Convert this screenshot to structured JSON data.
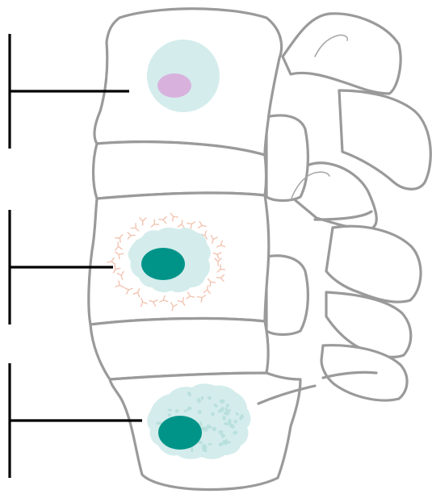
{
  "colors": {
    "bone_outline": "#9a9a9a",
    "bone_fill": "#ffffff",
    "halo": "#d4ecec",
    "nucleus_pink": "#d8b2dd",
    "nucleus_teal": "#009488",
    "speckle": "#b9e0dd",
    "antibody": "#f2c4b2",
    "leader": "#000000"
  },
  "stages": [
    {
      "id": "top",
      "nucleus_color": "#d8b2dd",
      "halo_shape": "smooth-circle",
      "surroundings": "none"
    },
    {
      "id": "middle",
      "nucleus_color": "#009488",
      "halo_shape": "jagged",
      "surroundings": "antibodies"
    },
    {
      "id": "bottom",
      "nucleus_color": "#009488",
      "halo_shape": "jagged-speckled",
      "surroundings": "none"
    }
  ]
}
